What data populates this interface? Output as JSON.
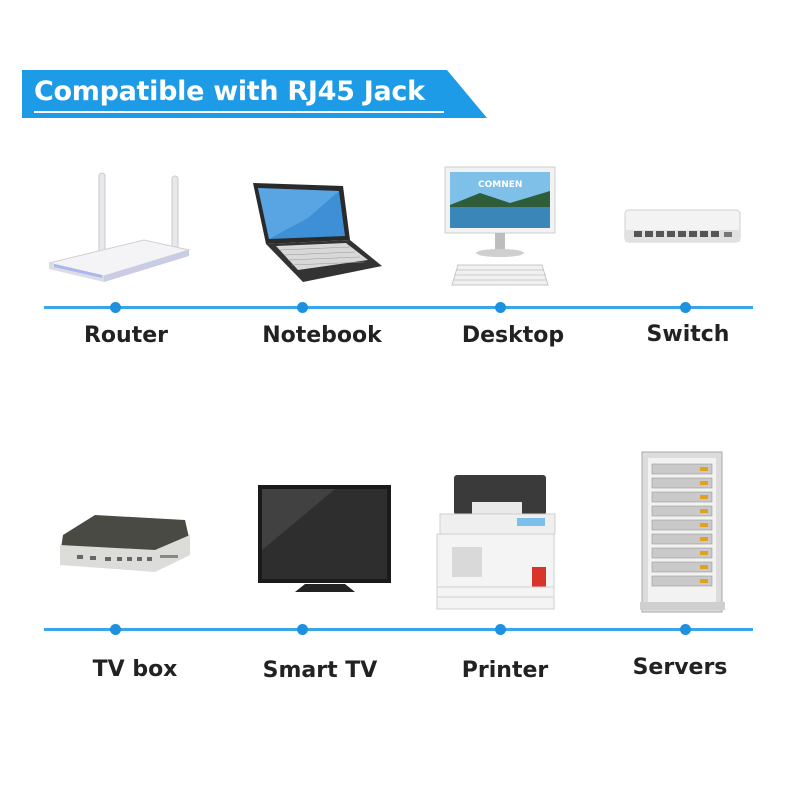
{
  "banner": {
    "title": "Compatible with RJ45 Jack",
    "color": "#1e9be6"
  },
  "devices_row1": [
    {
      "label": "Router",
      "icon": "router-icon"
    },
    {
      "label": "Notebook",
      "icon": "notebook-icon"
    },
    {
      "label": "Desktop",
      "icon": "desktop-icon",
      "screen_brand": "COMNEN"
    },
    {
      "label": "Switch",
      "icon": "switch-icon"
    }
  ],
  "devices_row2": [
    {
      "label": "TV box",
      "icon": "tv-box-icon"
    },
    {
      "label": "Smart TV",
      "icon": "smart-tv-icon"
    },
    {
      "label": "Printer",
      "icon": "printer-icon"
    },
    {
      "label": "Servers",
      "icon": "servers-icon"
    }
  ],
  "colors": {
    "accent": "#1e9be6",
    "line": "#3aa6e6",
    "dot": "#1e90e0",
    "text": "#222222"
  }
}
